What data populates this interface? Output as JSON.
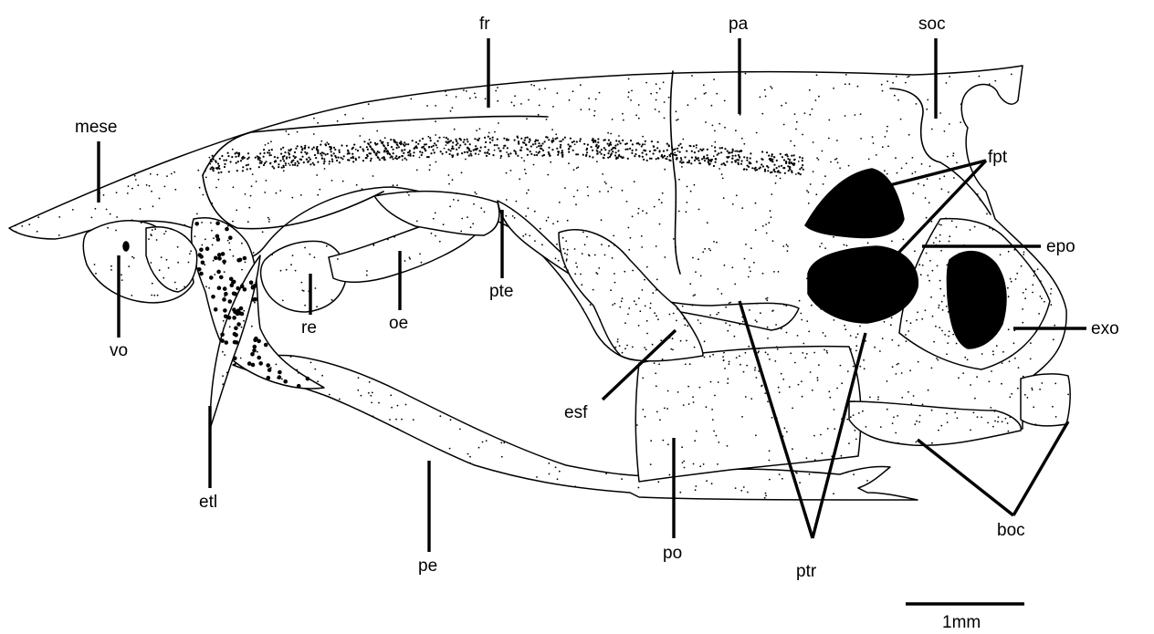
{
  "figure": {
    "labels": {
      "fr": "fr",
      "pa": "pa",
      "soc": "soc",
      "mese": "mese",
      "fpt": "fpt",
      "epo": "epo",
      "exo": "exo",
      "vo": "vo",
      "re": "re",
      "oe": "oe",
      "pte": "pte",
      "esf": "esf",
      "etl": "etl",
      "pe": "pe",
      "po": "po",
      "ptr": "ptr",
      "boc": "boc"
    },
    "scale_bar": {
      "label": "1mm"
    }
  }
}
